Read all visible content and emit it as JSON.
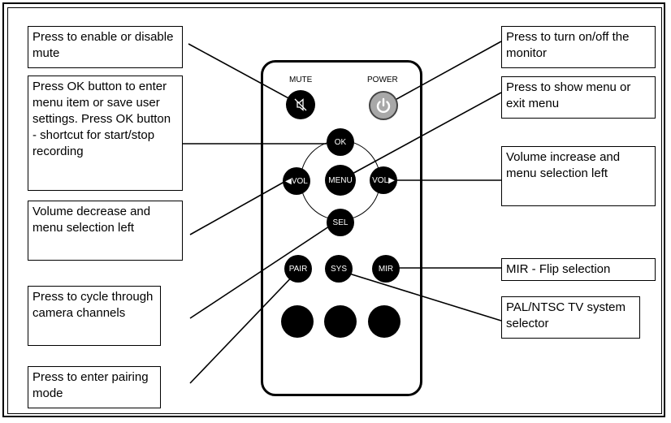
{
  "remote": {
    "mute_caption": "MUTE",
    "power_caption": "POWER",
    "buttons": {
      "ok": "OK",
      "vol_left": "◀VOL",
      "menu": "MENU",
      "vol_right": "VOL▶",
      "sel": "SEL",
      "pair": "PAIR",
      "sys": "SYS",
      "mir": "MIR"
    }
  },
  "labels": {
    "mute": "Press to enable or disable mute",
    "ok": "Press OK button to enter menu item or save user settings. Press OK button - shortcut for start/stop recording",
    "vol_down": "Volume decrease and menu selection left",
    "sel": "Press to cycle through camera channels",
    "pair": "Press to enter pairing mode",
    "power": "Press to turn on/off the monitor",
    "menu": "Press to show menu or exit menu",
    "vol_up": "Volume increase and menu selection left",
    "mir": "MIR - Flip selection",
    "sys": "PAL/NTSC TV system selector"
  },
  "colors": {
    "button_fill": "#000000",
    "power_fill": "#a8a8a8",
    "line": "#000000"
  }
}
